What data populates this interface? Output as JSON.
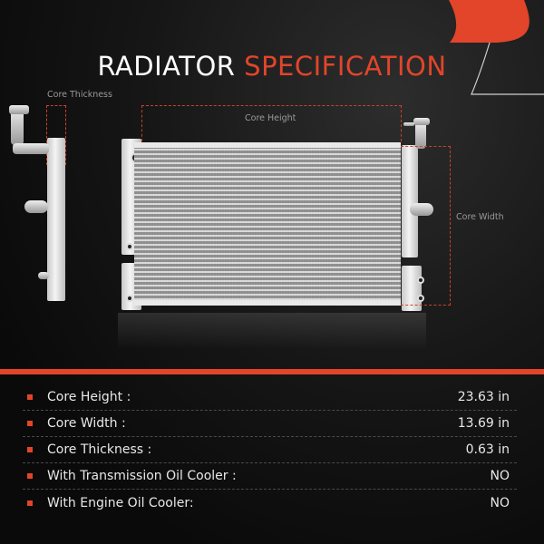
{
  "title": {
    "part1": "RADIATOR",
    "part2": "SPECIFICATION"
  },
  "colors": {
    "accent": "#e2452a",
    "background": "#111111",
    "text": "#e8e8e8",
    "dim_label": "#9a9a9a"
  },
  "diagram": {
    "labels": {
      "core_thickness": "Core Thickness",
      "core_height": "Core Height",
      "core_width": "Core Width"
    }
  },
  "specs": [
    {
      "label": "Core Height :",
      "value": "23.63 in"
    },
    {
      "label": "Core Width :",
      "value": "13.69 in"
    },
    {
      "label": "Core Thickness :",
      "value": "0.63 in"
    },
    {
      "label": "With Transmission Oil Cooler :",
      "value": "NO"
    },
    {
      "label": "With Engine Oil Cooler:",
      "value": "NO"
    }
  ]
}
